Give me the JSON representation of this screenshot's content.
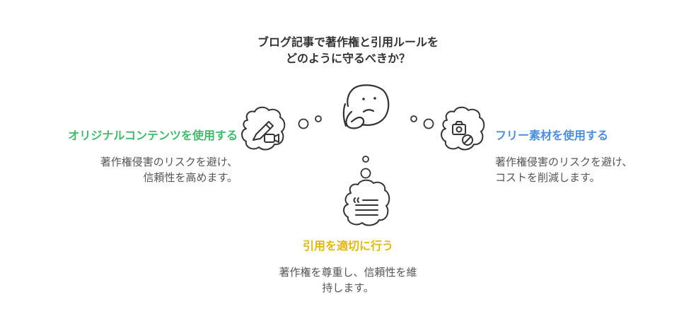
{
  "question": {
    "line1": "ブログ記事で著作権と引用ルールを",
    "line2": "どのように守るべきか？"
  },
  "options": {
    "left": {
      "title": "オリジナルコンテンツを使用する",
      "desc_line1": "著作権侵害のリスクを避け、",
      "desc_line2": "信頼性を高めます。",
      "color": "#3fbb6a",
      "icon": "pen-video-icon"
    },
    "right": {
      "title": "フリー素材を使用する",
      "desc_line1": "著作権侵害のリスクを避け、",
      "desc_line2": "コストを削減します。",
      "color": "#4a8fe0",
      "icon": "camera-blocked-icon"
    },
    "bottom": {
      "title": "引用を適切に行う",
      "desc_line1": "著作権を尊重し、信頼性を維",
      "desc_line2": "持します。",
      "color": "#e2b90b",
      "icon": "quote-text-icon"
    }
  },
  "center_icon": "thinking-face-icon"
}
